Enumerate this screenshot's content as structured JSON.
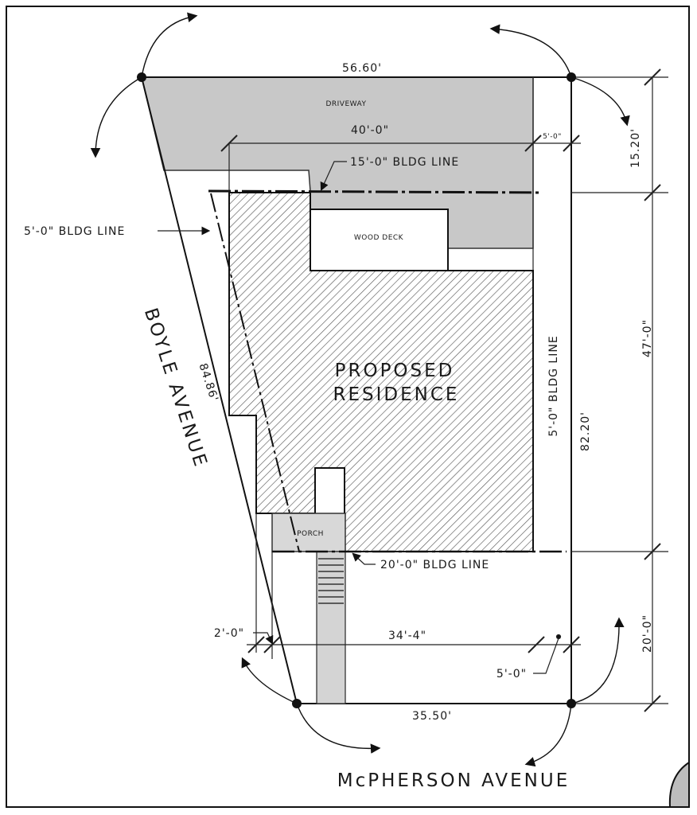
{
  "labels": {
    "driveway": "DRIVEWAY",
    "wood_deck": "WOOD DECK",
    "residence_line1": "PROPOSED",
    "residence_line2": "RESIDENCE",
    "porch": "PORCH",
    "bldg_line_15": "15'-0\" BLDG LINE",
    "bldg_line_5_left": "5'-0\" BLDG LINE",
    "bldg_line_5_right": "5'-0\" BLDG LINE",
    "bldg_line_20": "20'-0\" BLDG LINE",
    "street_west": "BOYLE AVENUE",
    "street_south": "McPHERSON AVENUE"
  },
  "dimensions": {
    "top_frontage": "56.60'",
    "bottom_frontage": "35.50'",
    "west_side": "84.86'",
    "east_side": "82.20'",
    "bldg_width": "40'-0\"",
    "east_setback_top": "5'-0\"",
    "east_setback_bottom": "5'-0\"",
    "seg_north": "15.20'",
    "seg_middle": "47'-0\"",
    "seg_south": "20'-0\"",
    "porch_width": "34'-4\"",
    "porch_offset": "2'-0\""
  }
}
